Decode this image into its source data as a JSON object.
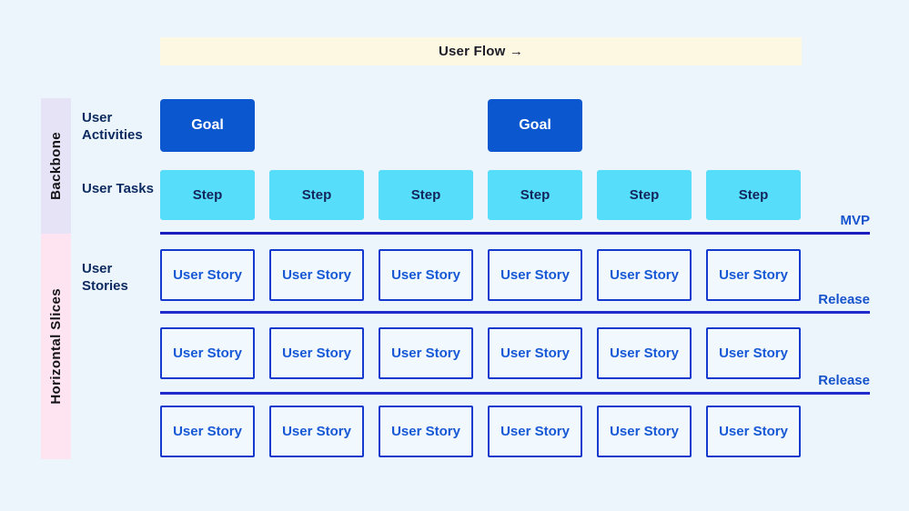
{
  "banner": {
    "label": "User Flow →"
  },
  "sidebar": {
    "backbone_label": "Backbone",
    "slices_label": "Horizontal Slices"
  },
  "row_labels": {
    "activities": "User Activities",
    "tasks": "User Tasks",
    "stories": "User Stories"
  },
  "goals": {
    "items": [
      "Goal",
      "Goal"
    ]
  },
  "steps": {
    "items": [
      "Step",
      "Step",
      "Step",
      "Step",
      "Step",
      "Step"
    ]
  },
  "stories": {
    "rows": [
      {
        "items": [
          "User Story",
          "User Story",
          "User Story",
          "User Story",
          "User Story",
          "User Story"
        ]
      },
      {
        "items": [
          "User Story",
          "User Story",
          "User Story",
          "User Story",
          "User Story",
          "User Story"
        ]
      },
      {
        "items": [
          "User Story",
          "User Story",
          "User Story",
          "User Story",
          "User Story",
          "User Story"
        ]
      }
    ]
  },
  "milestones": {
    "mvp": "MVP",
    "release1": "Release",
    "release2": "Release"
  },
  "colors": {
    "background": "#edf5fc",
    "banner_bg": "#fdf8e1",
    "backbone_strip_bg": "#e7e3f7",
    "slices_strip_bg": "#fde4f0",
    "goal_bg": "#0b57d0",
    "step_bg": "#55ddfa",
    "story_border": "#1439cf",
    "story_text": "#1658d6",
    "milestone_line": "#1a1cbe",
    "milestone_text": "#1553cd",
    "row_label_text": "#0d2b61"
  }
}
